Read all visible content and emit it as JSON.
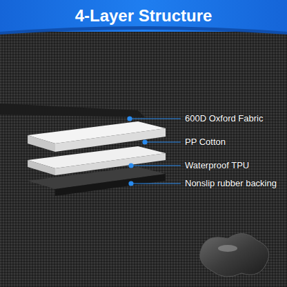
{
  "diagram": {
    "title": "4-Layer Structure",
    "labels": [
      "600D Oxford Fabric",
      "PP Cotton",
      "Waterproof TPU",
      "Nonslip rubber backing"
    ]
  }
}
